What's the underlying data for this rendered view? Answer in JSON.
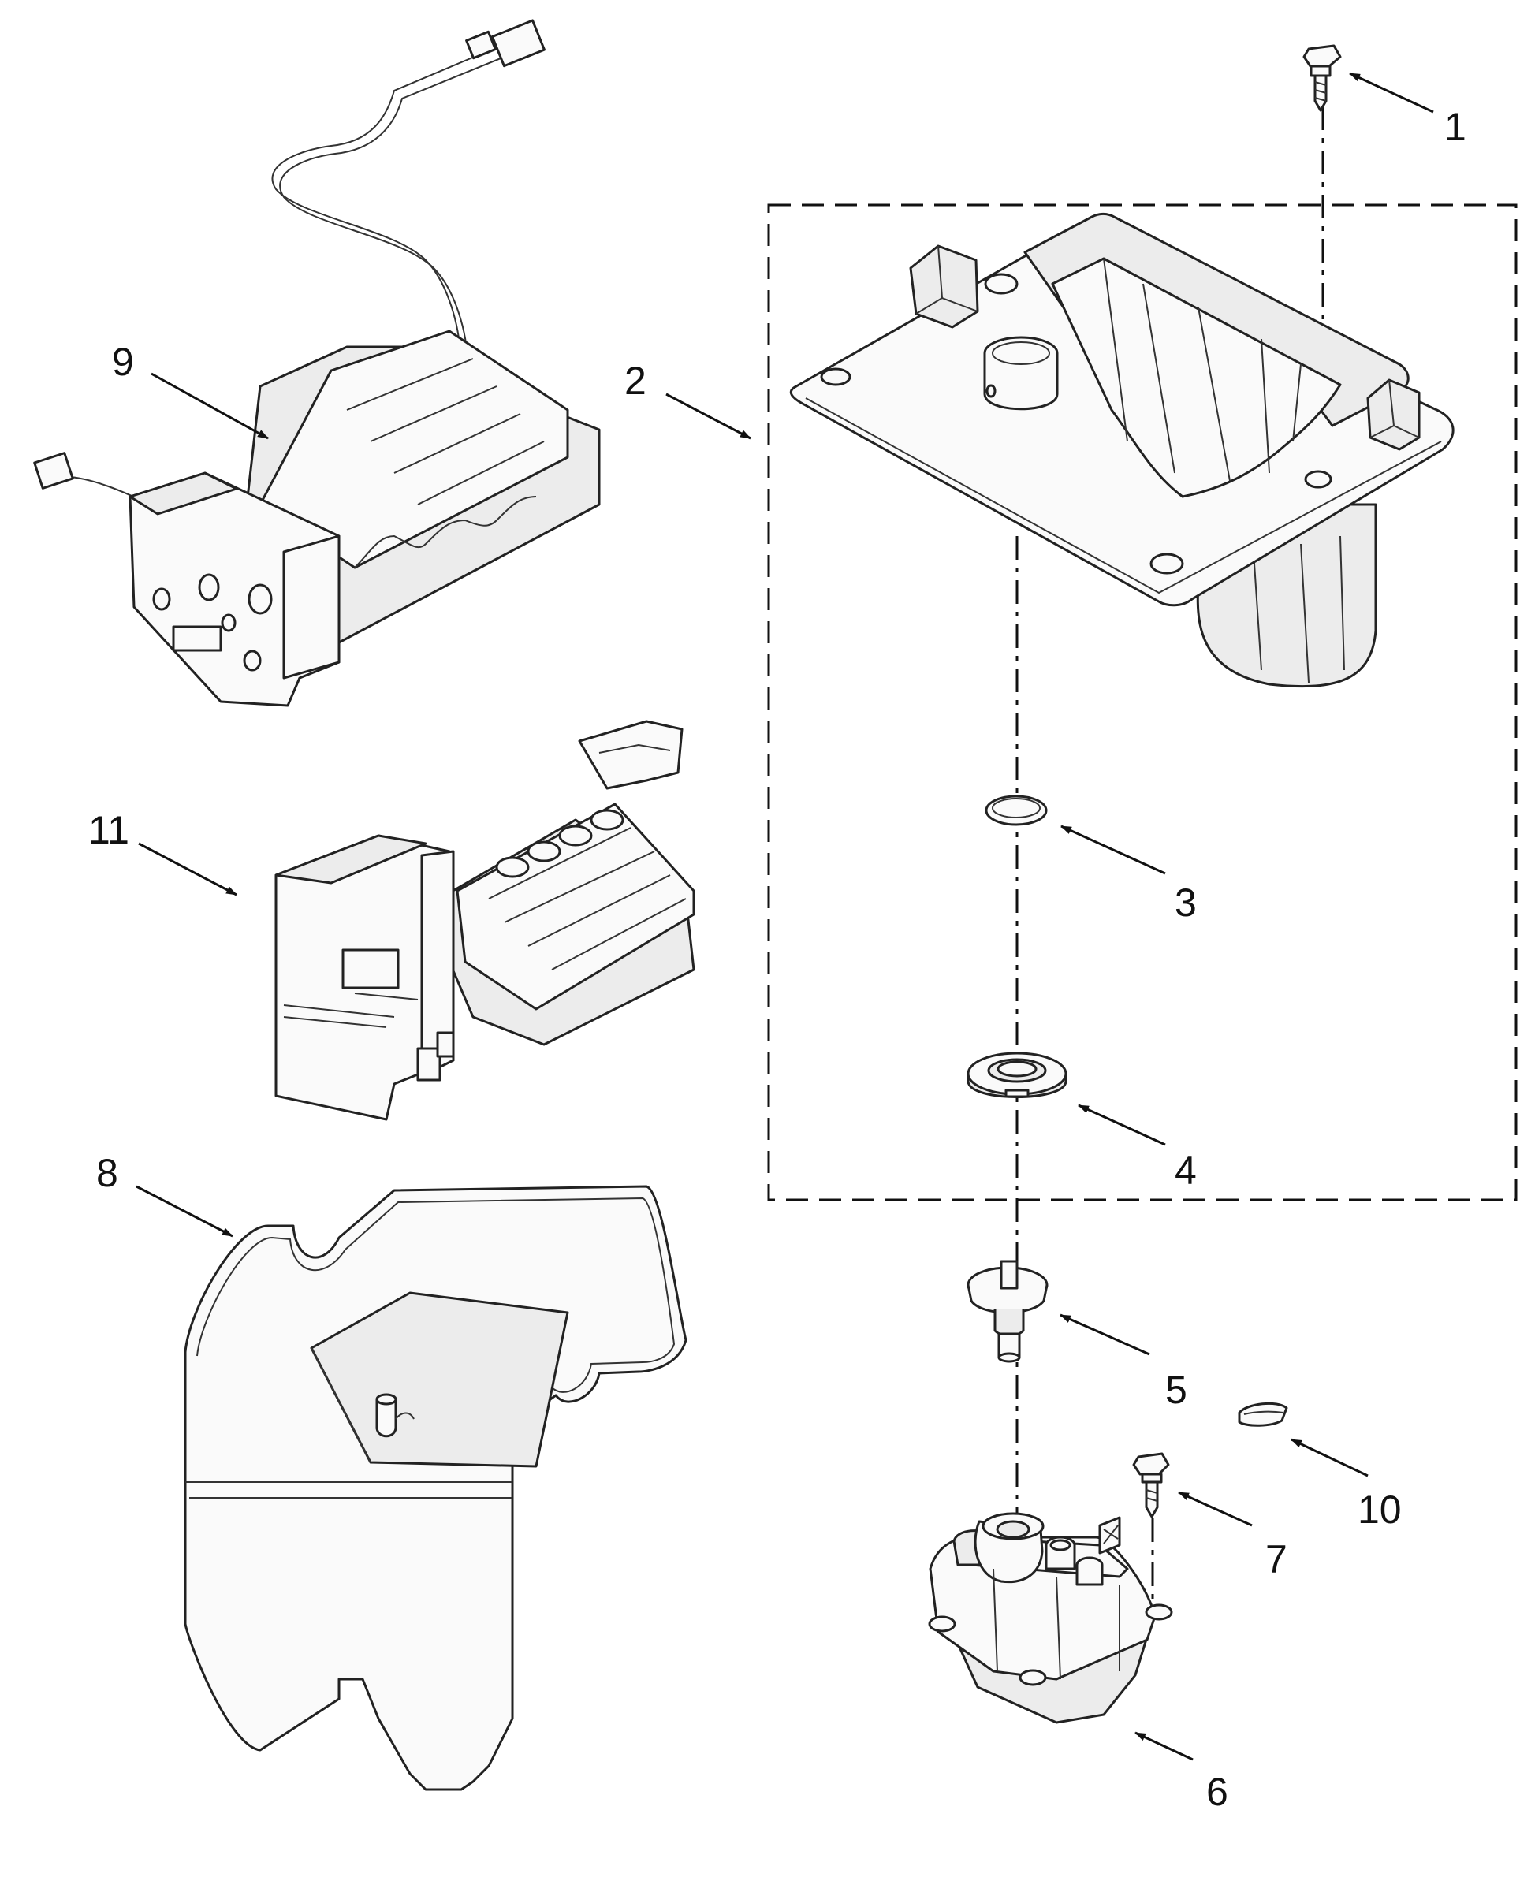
{
  "callouts": [
    {
      "id": "1",
      "text": "1"
    },
    {
      "id": "2",
      "text": "2"
    },
    {
      "id": "3",
      "text": "3"
    },
    {
      "id": "4",
      "text": "4"
    },
    {
      "id": "5",
      "text": "5"
    },
    {
      "id": "6",
      "text": "6"
    },
    {
      "id": "7",
      "text": "7"
    },
    {
      "id": "8",
      "text": "8"
    },
    {
      "id": "9",
      "text": "9"
    },
    {
      "id": "10",
      "text": "10"
    },
    {
      "id": "11",
      "text": "11"
    }
  ],
  "colors": {
    "line": "#111111",
    "fill": "#fafafa",
    "shade": "#ececec"
  }
}
